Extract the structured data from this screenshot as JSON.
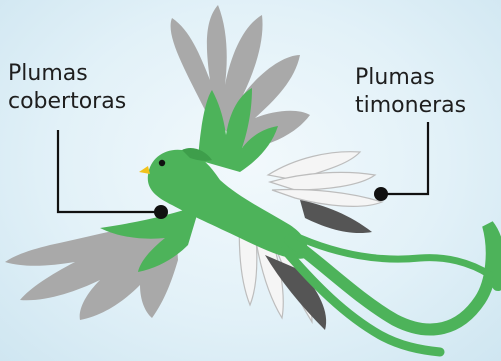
{
  "labels": {
    "coverts": {
      "line1": "Plumas",
      "line2": "cobertoras"
    },
    "rectrices": {
      "line1": "Plumas",
      "line2": "timoneras"
    }
  },
  "colors": {
    "background": "#e2f1f8",
    "green": "#4db35a",
    "gray_wing": "#a8a8a8",
    "white_feather": "#f4f4f4",
    "dark_feather": "#555555",
    "beak": "#f2c21b",
    "line": "#111111"
  }
}
